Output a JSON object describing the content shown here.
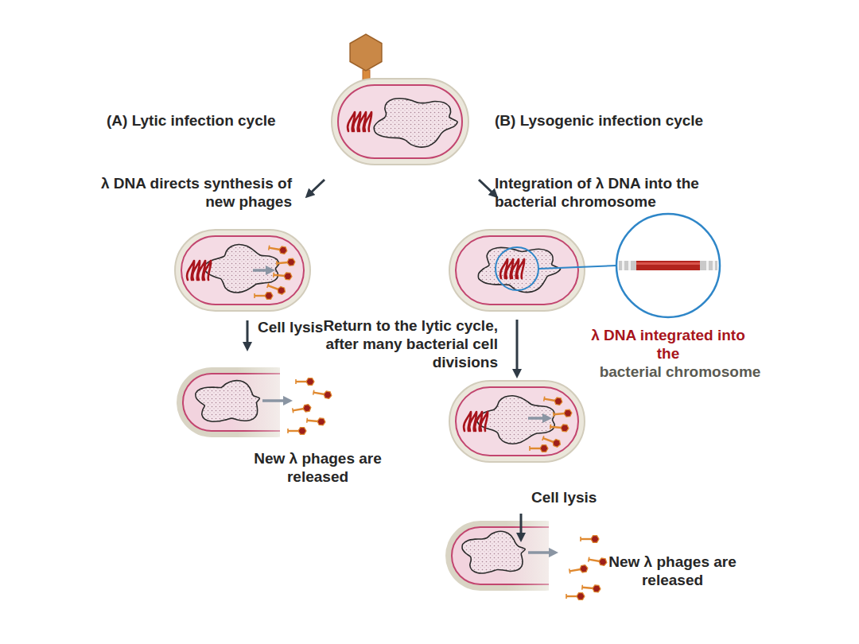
{
  "diagram": {
    "labels": [
      "(A) Lytic infection cycle",
      "(B) Lysogenic infection cycle",
      "λ DNA directs synthesis of new phages",
      "Integration of λ DNA into the bacterial chromosome",
      "Cell lysis",
      "Return to the lytic cycle, after many bacterial cell divisions",
      "λ DNA integrated into the",
      "bacterial chromosome",
      "New λ phages are released",
      "Cell lysis",
      "New λ phages are released"
    ]
  }
}
